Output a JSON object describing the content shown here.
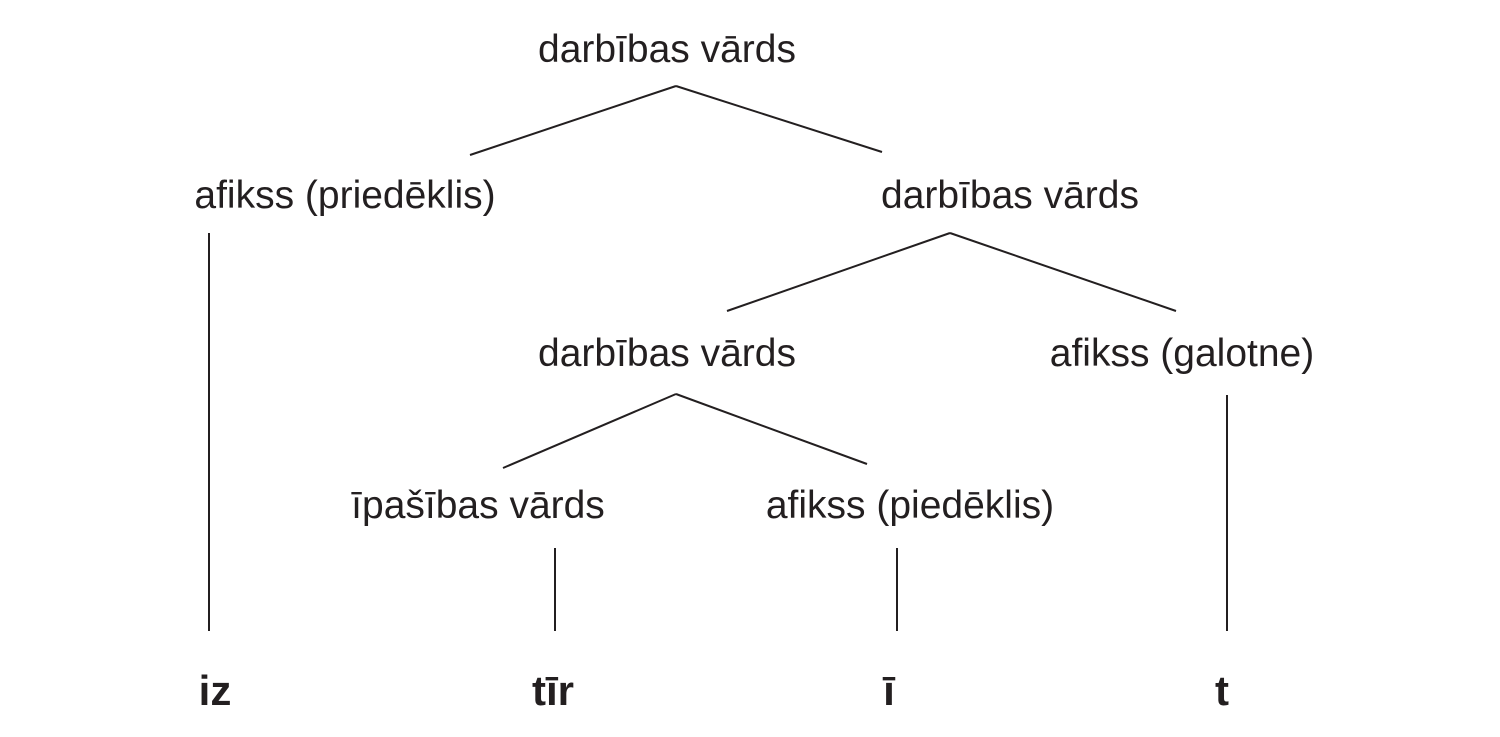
{
  "nodes": {
    "root": "darbības vārds",
    "prefix": "afikss (priedēklis)",
    "verb2": "darbības vārds",
    "verb3": "darbības vārds",
    "ending": "afikss (galotne)",
    "adjective": "īpašības vārds",
    "suffix": "afikss (piedēklis)"
  },
  "leaves": [
    "iz",
    "tīr",
    "ī",
    "t"
  ]
}
